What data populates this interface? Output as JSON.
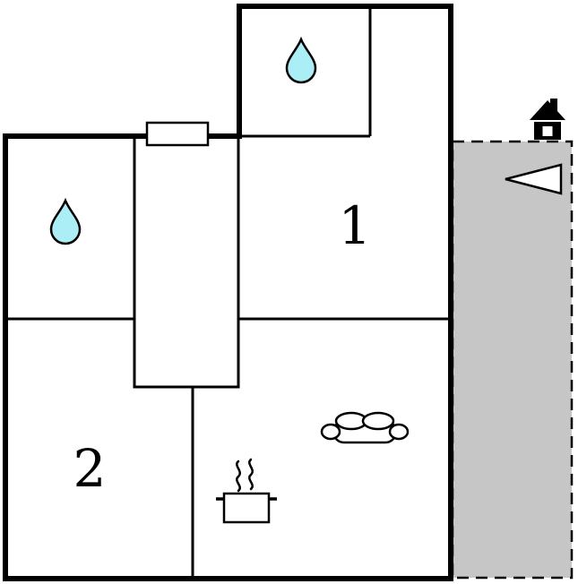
{
  "plan": {
    "rooms": {
      "room1": {
        "label": "1"
      },
      "room2": {
        "label": "2"
      }
    },
    "icons": {
      "water_drop_top": "water-drop",
      "water_drop_left": "water-drop",
      "sofa": "sofa-top-view",
      "pot": "cooking-pot-with-steam",
      "house": "house",
      "entrance_arrow": "arrow-left"
    },
    "colors": {
      "wall": "#000000",
      "background": "#ffffff",
      "water_drop_fill": "#aceef5",
      "terrace_fill": "#c6c6c6"
    }
  }
}
